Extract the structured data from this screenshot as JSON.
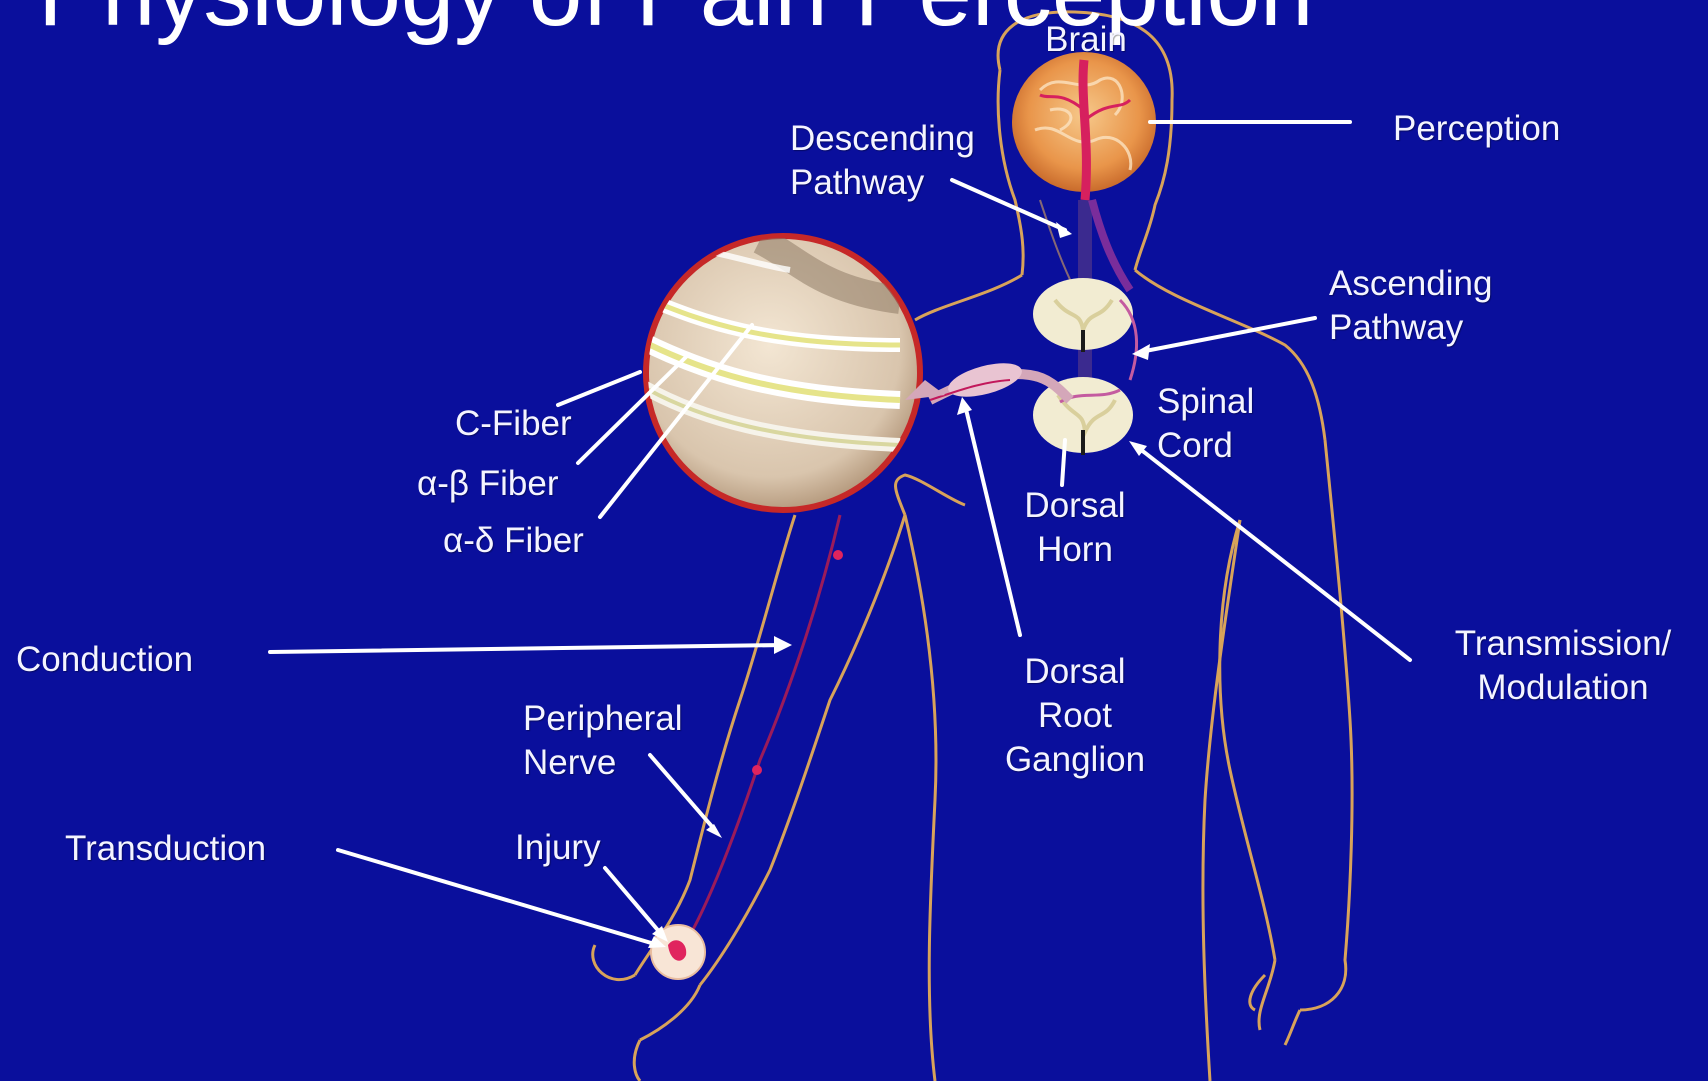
{
  "title": "Physiology of Pain Perception",
  "colors": {
    "background": "#0a0f9c",
    "label_text": "#f4f4ff",
    "body_outline": "#d8a35a",
    "nerve": "#c2185b"
  },
  "labels": {
    "brain": "Brain",
    "perception": "Perception",
    "descending_pathway": [
      "Descending",
      "Pathway"
    ],
    "ascending_pathway": [
      "Ascending",
      "Pathway"
    ],
    "spinal_cord": [
      "Spinal",
      "Cord"
    ],
    "dorsal_horn": [
      "Dorsal",
      "Horn"
    ],
    "dorsal_root_ganglion": [
      "Dorsal",
      "Root",
      "Ganglion"
    ],
    "transmission_modulation": [
      "Transmission/",
      "Modulation"
    ],
    "c_fiber": "C-Fiber",
    "alpha_beta_fiber": "α-β Fiber",
    "alpha_delta_fiber": "α-δ Fiber",
    "conduction": "Conduction",
    "peripheral_nerve": [
      "Peripheral",
      "Nerve"
    ],
    "injury": "Injury",
    "transduction": "Transduction"
  }
}
